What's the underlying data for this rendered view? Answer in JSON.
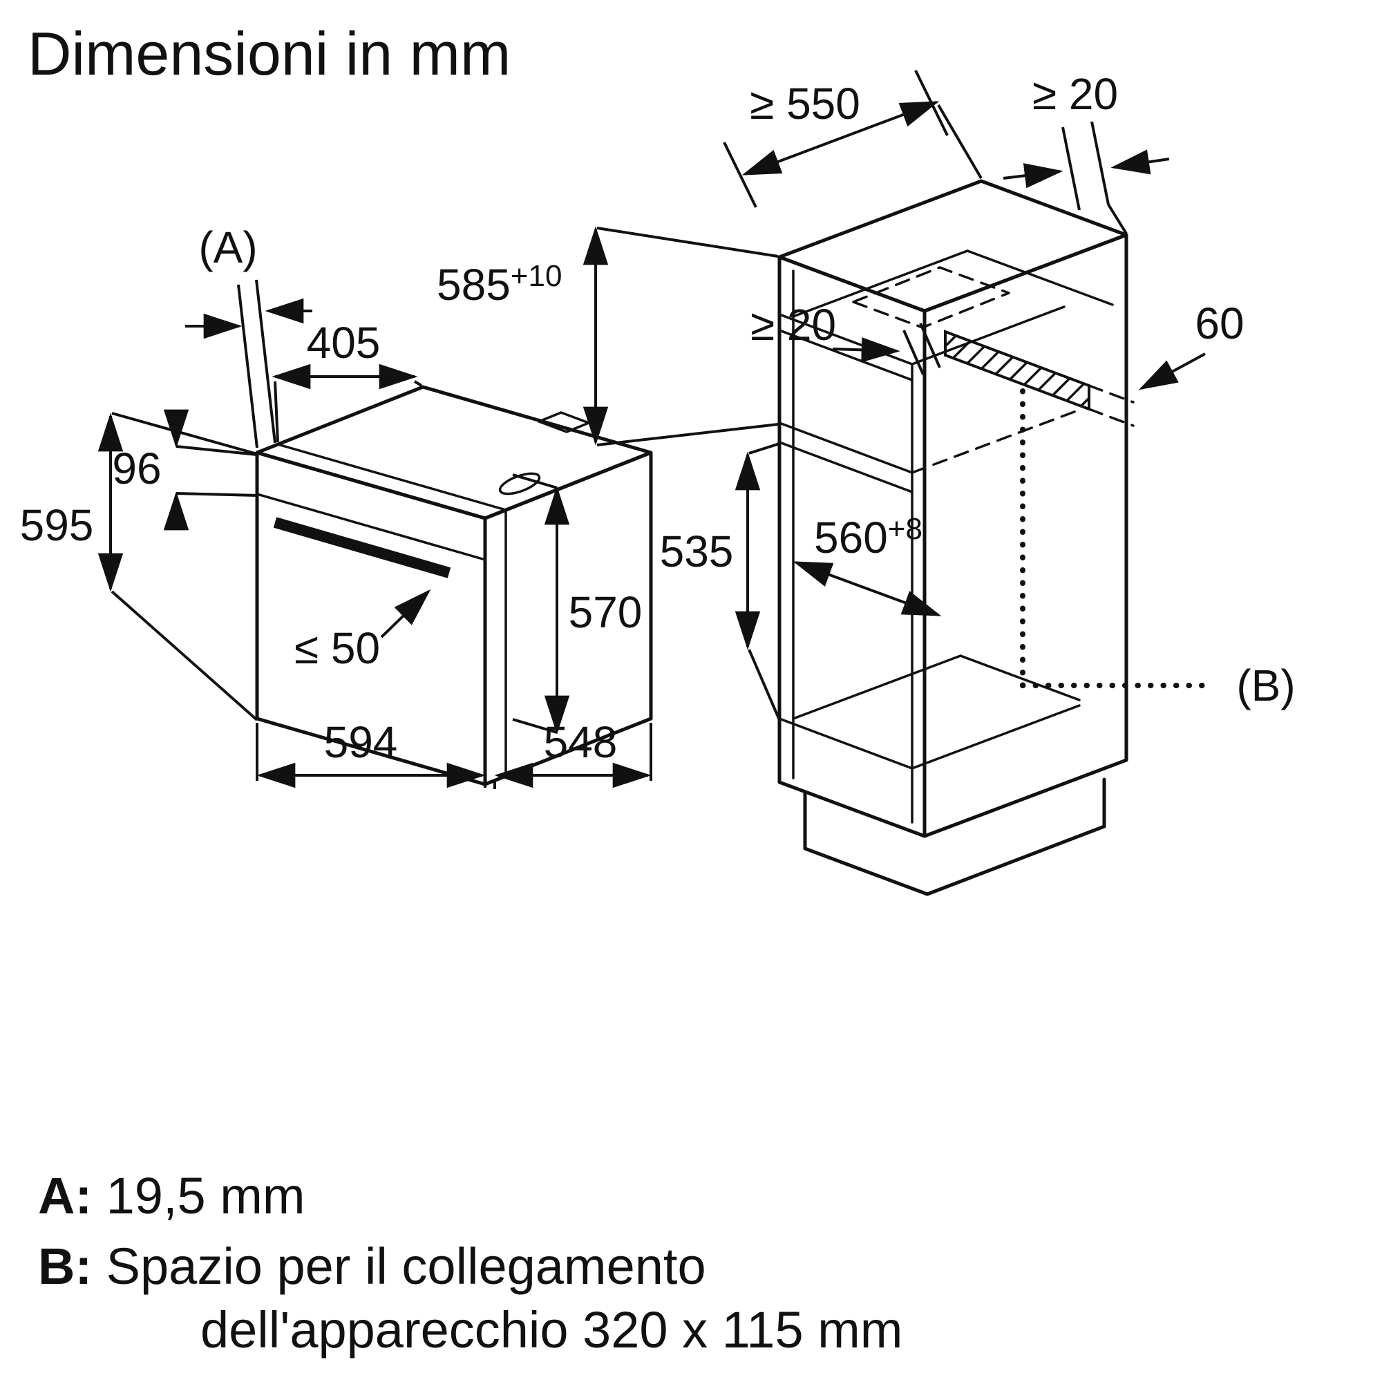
{
  "title": "Dimensioni in mm",
  "oven": {
    "ref_a": "(A)",
    "dim_405": "405",
    "dim_96": "96",
    "dim_595": "595",
    "dim_le50": "≤ 50",
    "dim_570": "570",
    "dim_594": "594",
    "dim_548": "548"
  },
  "cabinet": {
    "dim_550": "≥ 550",
    "dim_20_top": "≥ 20",
    "dim_585_base": "585",
    "dim_585_sup": "+10",
    "dim_20_mid": "≥ 20",
    "dim_60": "60",
    "dim_560_base": "560",
    "dim_560_sup": "+8",
    "dim_535": "535",
    "ref_b": "(B)"
  },
  "legend": {
    "a_key": "A:",
    "a_value": " 19,5 mm",
    "b_key": "B:",
    "b_line1": " Spazio per il collegamento",
    "b_line2": "dell'apparecchio 320 x 115 mm"
  }
}
